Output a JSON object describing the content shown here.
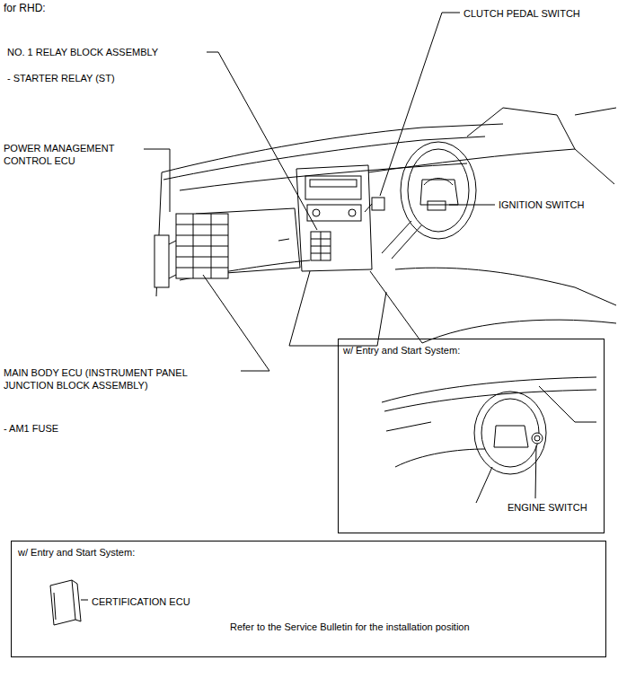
{
  "diagram": {
    "nodes": [
      {
        "text": [
          "w/ Entry and Start System:",
          "ENGINE SWITCH"
        ]
      },
      {
        "text": [
          "w/ Entry and Start System:",
          "CERTIFICATION ECU",
          "Refer to the Service Bulletin for the installation position"
        ]
      }
    ],
    "labels": [
      "for RHD:",
      "NO. 1 RELAY BLOCK ASSEMBLY",
      "- STARTER RELAY (ST)",
      "CLUTCH PEDAL SWITCH",
      "POWER MANAGEMENT CONTROL ECU",
      "IGNITION SWITCH",
      "MAIN BODY ECU (INSTRUMENT PANEL JUNCTION BLOCK ASSEMBLY)",
      "- AM1 FUSE"
    ]
  }
}
